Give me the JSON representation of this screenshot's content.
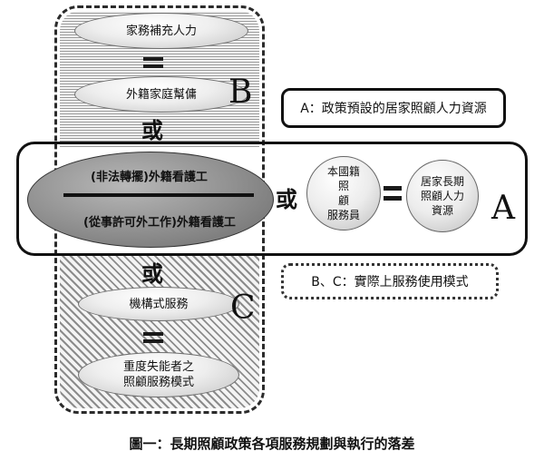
{
  "column": {
    "pill_top": "家務補充人力",
    "pill_foreign_helper": "外籍家庭幫傭",
    "label_b": "B",
    "or_top": "或",
    "ellipse_line1": "(非法轉擺)外籍看護工",
    "ellipse_line2": "(從事許可外工作)外籍看護工",
    "or_bottom": "或",
    "pill_institution": "機構式服務",
    "label_c": "C",
    "pill_severe_line1": "重度失能者之",
    "pill_severe_line2": "照顧服務模式"
  },
  "middle": {
    "or_middle": "或",
    "circle_local_line1": "本國籍",
    "circle_local_line2": "照",
    "circle_local_line3": "顧",
    "circle_local_line4": "服務員",
    "circle_longterm_line1": "居家長期",
    "circle_longterm_line2": "照顧人力",
    "circle_longterm_line3": "資源",
    "label_a": "A"
  },
  "legend": {
    "a_text": "A：政策預設的居家照顧人力資源",
    "bc_text": "B、C：實際上服務使用模式"
  },
  "caption": "圖一：長期照顧政策各項服務規劃與執行的落差"
}
